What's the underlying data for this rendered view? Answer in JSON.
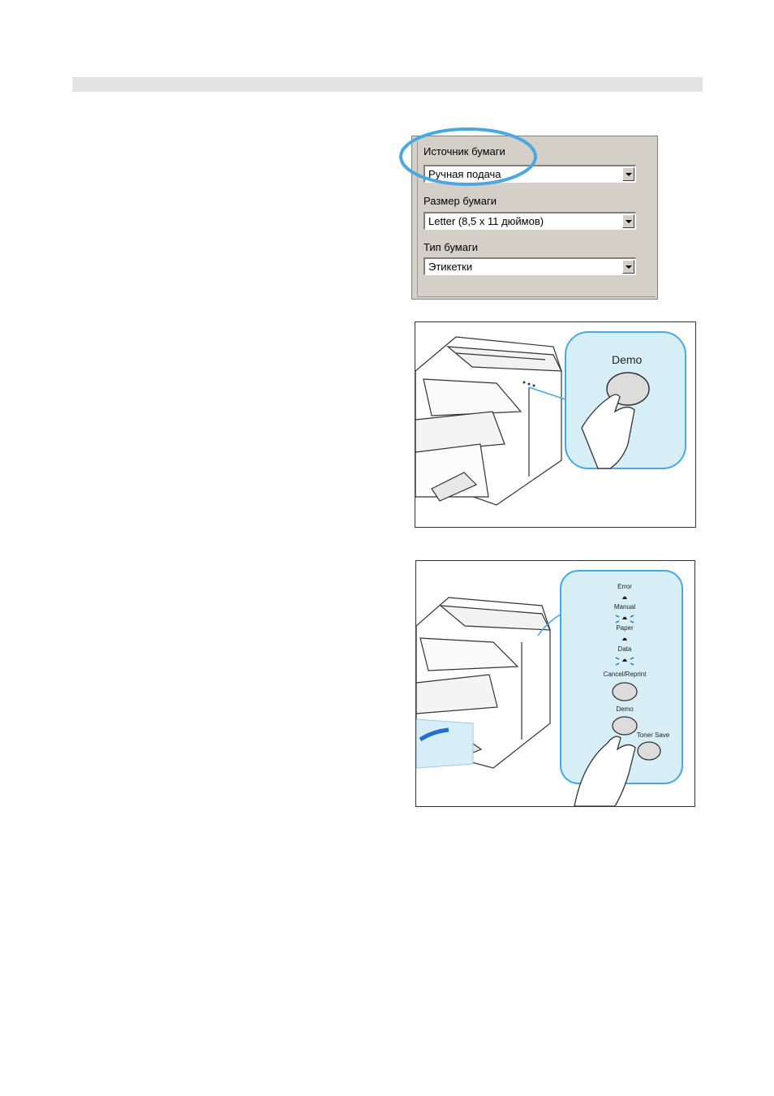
{
  "dialog": {
    "fields": [
      {
        "label": "Источник бумаги",
        "value": "Ручная подача"
      },
      {
        "label": "Размер бумаги",
        "value": "Letter (8,5 x 11 дюймов)"
      },
      {
        "label": "Тип бумаги",
        "value": "Этикетки"
      }
    ]
  },
  "figure_demo": {
    "button_label": "Demo"
  },
  "figure_panel": {
    "labels": {
      "error": "Error",
      "manual": "Manual",
      "paper": "Paper",
      "data": "Data",
      "cancel": "Cancel/Reprint",
      "demo": "Demo",
      "toner": "Toner Save"
    }
  },
  "colors": {
    "highlight_ring": "#4aa8e0",
    "callout_fill": "#d7eef6",
    "led_blink": "#1e6fd0",
    "header_bar": "#e3e3e3"
  }
}
